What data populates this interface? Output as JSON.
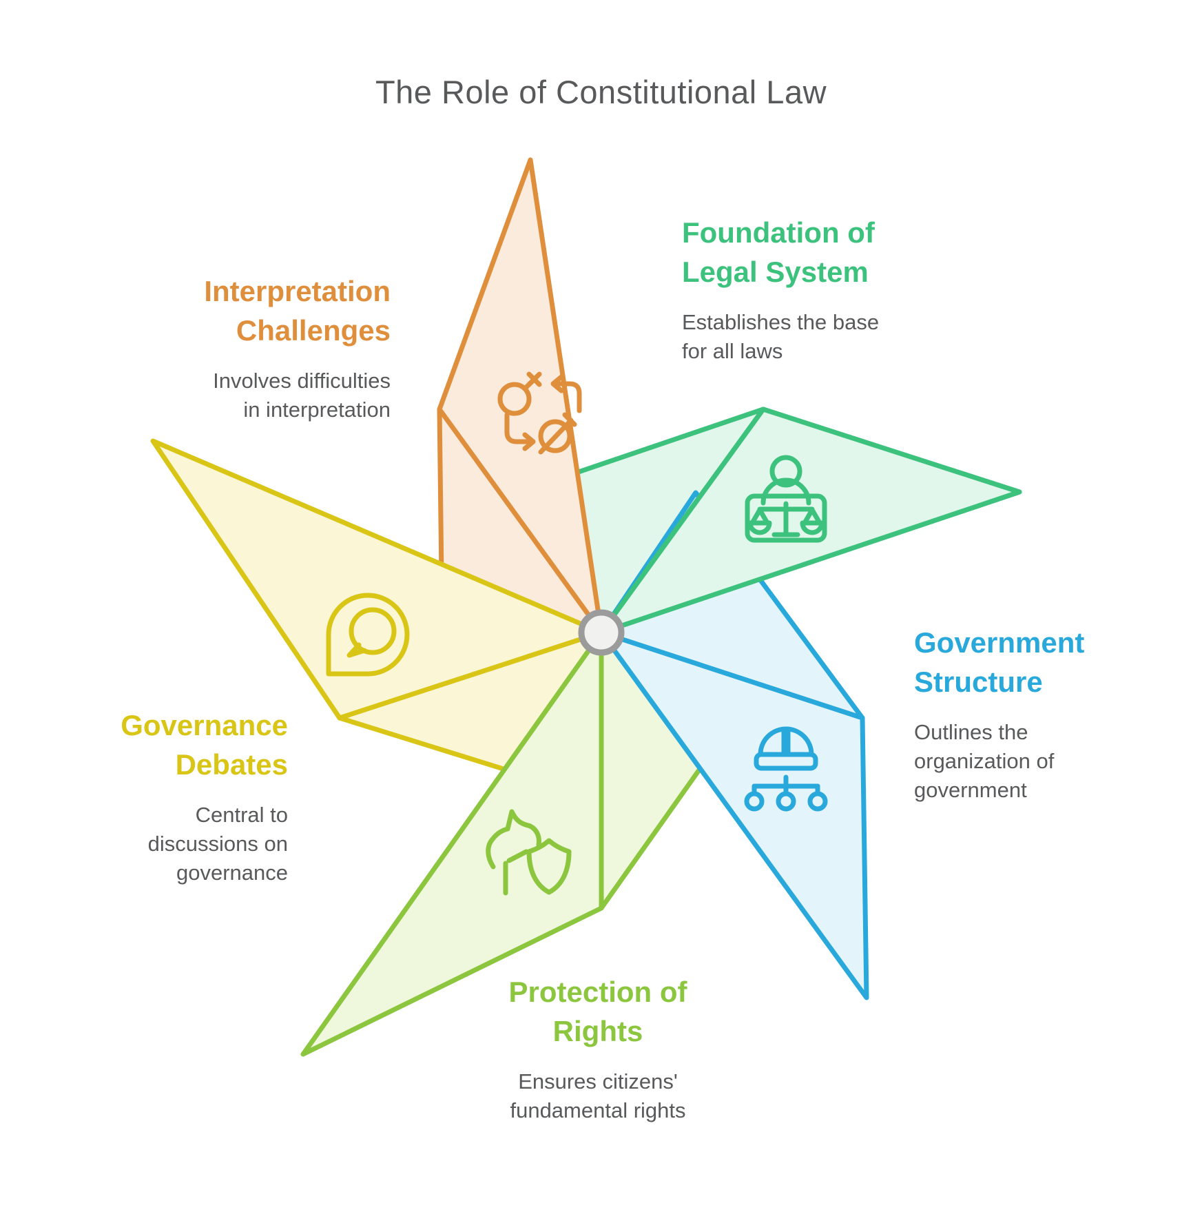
{
  "title": "The Role of Constitutional Law",
  "colors": {
    "title_text": "#58595B",
    "body_text": "#58595B",
    "hub_fill": "#F1F1EF",
    "hub_stroke": "#9B9B9B"
  },
  "segments": [
    {
      "id": "foundation",
      "heading": "Foundation of\nLegal System",
      "description": "Establishes the base\nfor all laws",
      "color": "#3DC27E",
      "fill": "#E2F7EB",
      "icon": "judge-scales"
    },
    {
      "id": "government",
      "heading": "Government\nStructure",
      "description": "Outlines the\norganization of\ngovernment",
      "color": "#29A8DC",
      "fill": "#E4F4FB",
      "icon": "helmet-org-chart"
    },
    {
      "id": "protection",
      "heading": "Protection of\nRights",
      "description": "Ensures citizens'\nfundamental rights",
      "color": "#8CC63F",
      "fill": "#EFF7DC",
      "icon": "dog-shield"
    },
    {
      "id": "governance",
      "heading": "Governance\nDebates",
      "description": "Central to\ndiscussions on\ngovernance",
      "color": "#D9C516",
      "fill": "#FBF6D5",
      "icon": "chat-bubble-pin"
    },
    {
      "id": "interpretation",
      "heading": "Interpretation\nChallenges",
      "description": "Involves difficulties\nin interpretation",
      "color": "#DF8E3B",
      "fill": "#FAEBDC",
      "icon": "gender-swap-arrows"
    }
  ]
}
